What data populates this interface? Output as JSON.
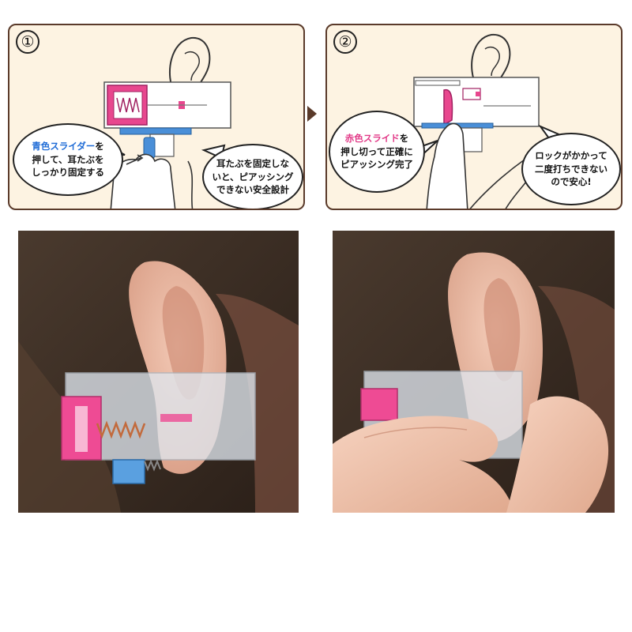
{
  "panels": [
    {
      "step": "①",
      "bubble_left": {
        "highlight": "青色スライダー",
        "highlight_rest": "を",
        "rest": "押して、耳たぶを\nしっかり固定する"
      },
      "bubble_right": {
        "text": "耳たぶを固定しな\nいと、ピアッシング\nできない安全設計"
      }
    },
    {
      "step": "②",
      "bubble_left": {
        "highlight": "赤色スライド",
        "highlight_rest": "を",
        "rest": "押し切って正確に\nピアッシング完了"
      },
      "bubble_right": {
        "text": "ロックがかかって\n二度打ちできない\nので安心!"
      }
    }
  ],
  "colors": {
    "panel_bg": "#fdf3e2",
    "panel_border": "#5a3a2a",
    "highlight_blue": "#1e6bd6",
    "highlight_pink": "#e23a88",
    "device_pink": "#e8478e",
    "device_blue": "#4a8fd8"
  },
  "photos": [
    {
      "subject": "ear-with-piercer-blue-slider"
    },
    {
      "subject": "ear-with-piercer-pressed"
    }
  ]
}
